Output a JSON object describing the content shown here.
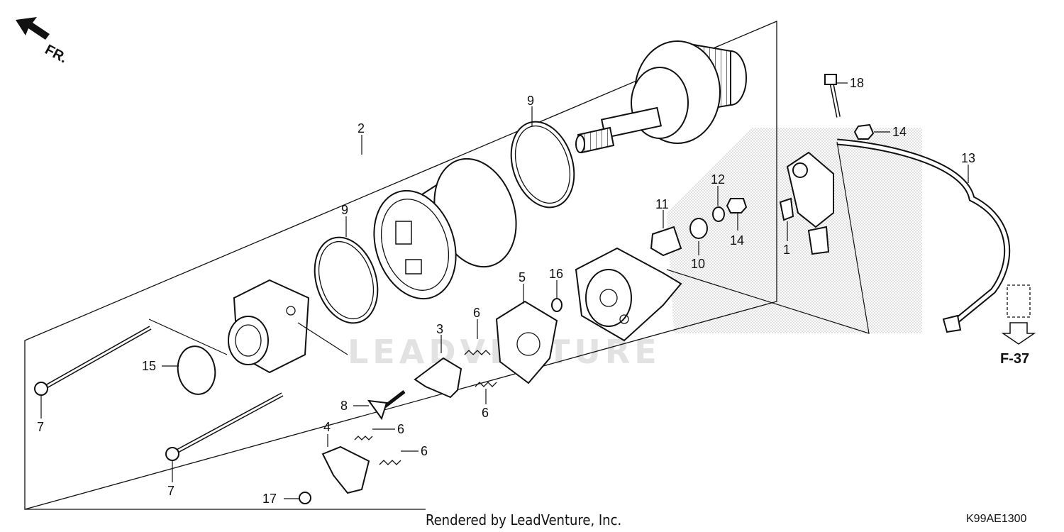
{
  "diagram": {
    "direction_marker": "FR.",
    "watermark": "LEADVENTURE",
    "reference": "F-37",
    "footer_text": "Rendered by LeadVenture, Inc.",
    "diagram_code": "K99AE1300",
    "callouts": [
      {
        "id": "c1",
        "text": "1"
      },
      {
        "id": "c2",
        "text": "2"
      },
      {
        "id": "c3",
        "text": "3"
      },
      {
        "id": "c4",
        "text": "4"
      },
      {
        "id": "c5",
        "text": "5"
      },
      {
        "id": "c6a",
        "text": "6"
      },
      {
        "id": "c6b",
        "text": "6"
      },
      {
        "id": "c6c",
        "text": "6"
      },
      {
        "id": "c6d",
        "text": "6"
      },
      {
        "id": "c7a",
        "text": "7"
      },
      {
        "id": "c7b",
        "text": "7"
      },
      {
        "id": "c8",
        "text": "8"
      },
      {
        "id": "c9a",
        "text": "9"
      },
      {
        "id": "c9b",
        "text": "9"
      },
      {
        "id": "c10",
        "text": "10"
      },
      {
        "id": "c11",
        "text": "11"
      },
      {
        "id": "c12",
        "text": "12"
      },
      {
        "id": "c13",
        "text": "13"
      },
      {
        "id": "c14a",
        "text": "14"
      },
      {
        "id": "c14b",
        "text": "14"
      },
      {
        "id": "c15",
        "text": "15"
      },
      {
        "id": "c16",
        "text": "16"
      },
      {
        "id": "c17",
        "text": "17"
      },
      {
        "id": "c18",
        "text": "18"
      }
    ]
  }
}
